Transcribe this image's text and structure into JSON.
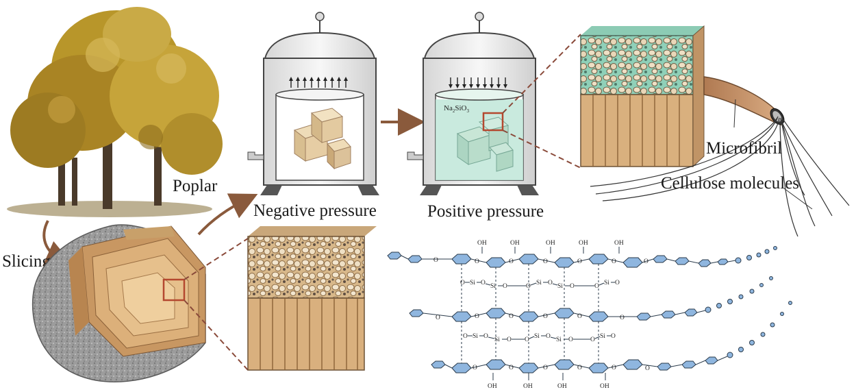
{
  "labels": {
    "poplar": "Poplar",
    "slicing": "Slicing",
    "negative_pressure": "Negative pressure",
    "positive_pressure": "Positive pressure",
    "microfibril": "Microfibril",
    "cellulose_molecules": "Cellulose molecules",
    "na2sio3": "Na",
    "na2sio3_sub1": "2",
    "na2sio3_mid": "SiO",
    "na2sio3_sub2": "3"
  },
  "chem": {
    "oh": "OH",
    "o": "O",
    "si": "Si"
  },
  "colors": {
    "tree_foliage": "#b8962a",
    "wood": "#d9b07e",
    "wood_dark": "#b88a55",
    "tank": "#eeeeee",
    "tank_outline": "#444444",
    "solution": "#bfe6d8",
    "highlight_box": "#b4482f",
    "arrow": "#8a5a3c",
    "glucose": "#8fb6df",
    "bark": "#9a9a9a"
  }
}
